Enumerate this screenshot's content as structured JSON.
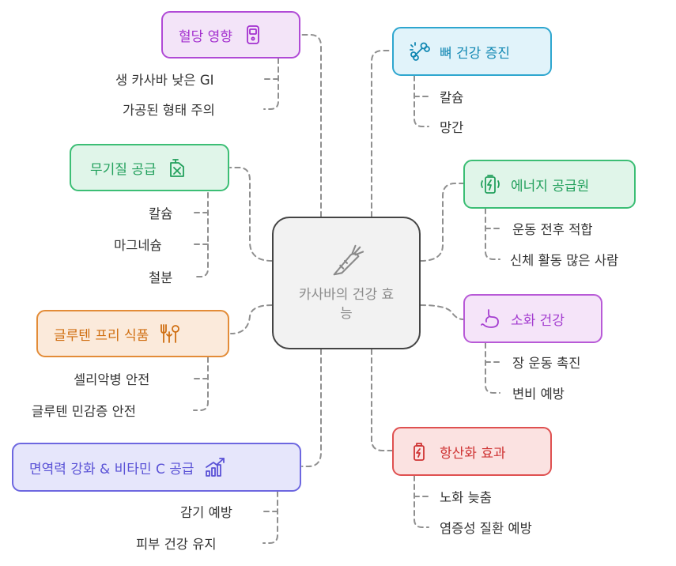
{
  "center": {
    "title": "카사바의 건강 효능",
    "icon": "carrot-icon"
  },
  "branches": {
    "blood_sugar": {
      "label": "혈당 영향",
      "icon": "glucose-meter-icon",
      "color": "#b04ad6",
      "items": [
        "생 카사바 낮은 GI",
        "가공된 형태 주의"
      ]
    },
    "minerals": {
      "label": "무기질 공급",
      "icon": "fuel-can-icon",
      "color": "#3cbe75",
      "items": [
        "칼슘",
        "마그네슘",
        "철분"
      ]
    },
    "gluten_free": {
      "label": "글루텐 프리 식품",
      "icon": "utensils-icon",
      "color": "#e38c38",
      "items": [
        "셀리악병 안전",
        "글루텐 민감증 안전"
      ]
    },
    "immunity": {
      "label": "면역력 강화 & 비타민 C 공급",
      "icon": "growth-chart-icon",
      "color": "#6d67e0",
      "items": [
        "감기 예방",
        "피부 건강 유지"
      ]
    },
    "bone": {
      "label": "뼈 건강 증진",
      "icon": "bone-icon",
      "color": "#2ea6cf",
      "items": [
        "칼슘",
        "망간"
      ]
    },
    "energy": {
      "label": "에너지 공급원",
      "icon": "battery-icon",
      "color": "#3cbe75",
      "items": [
        "운동 전후 적합",
        "신체 활동 많은 사람"
      ]
    },
    "digestion": {
      "label": "소화 건강",
      "icon": "stomach-icon",
      "color": "#b85ad7",
      "items": [
        "장 운동 촉진",
        "변비 예방"
      ]
    },
    "antioxidant": {
      "label": "항산화 효과",
      "icon": "energy-drink-icon",
      "color": "#df5050",
      "items": [
        "노화 늦춤",
        "염증성 질환 예방"
      ]
    }
  }
}
